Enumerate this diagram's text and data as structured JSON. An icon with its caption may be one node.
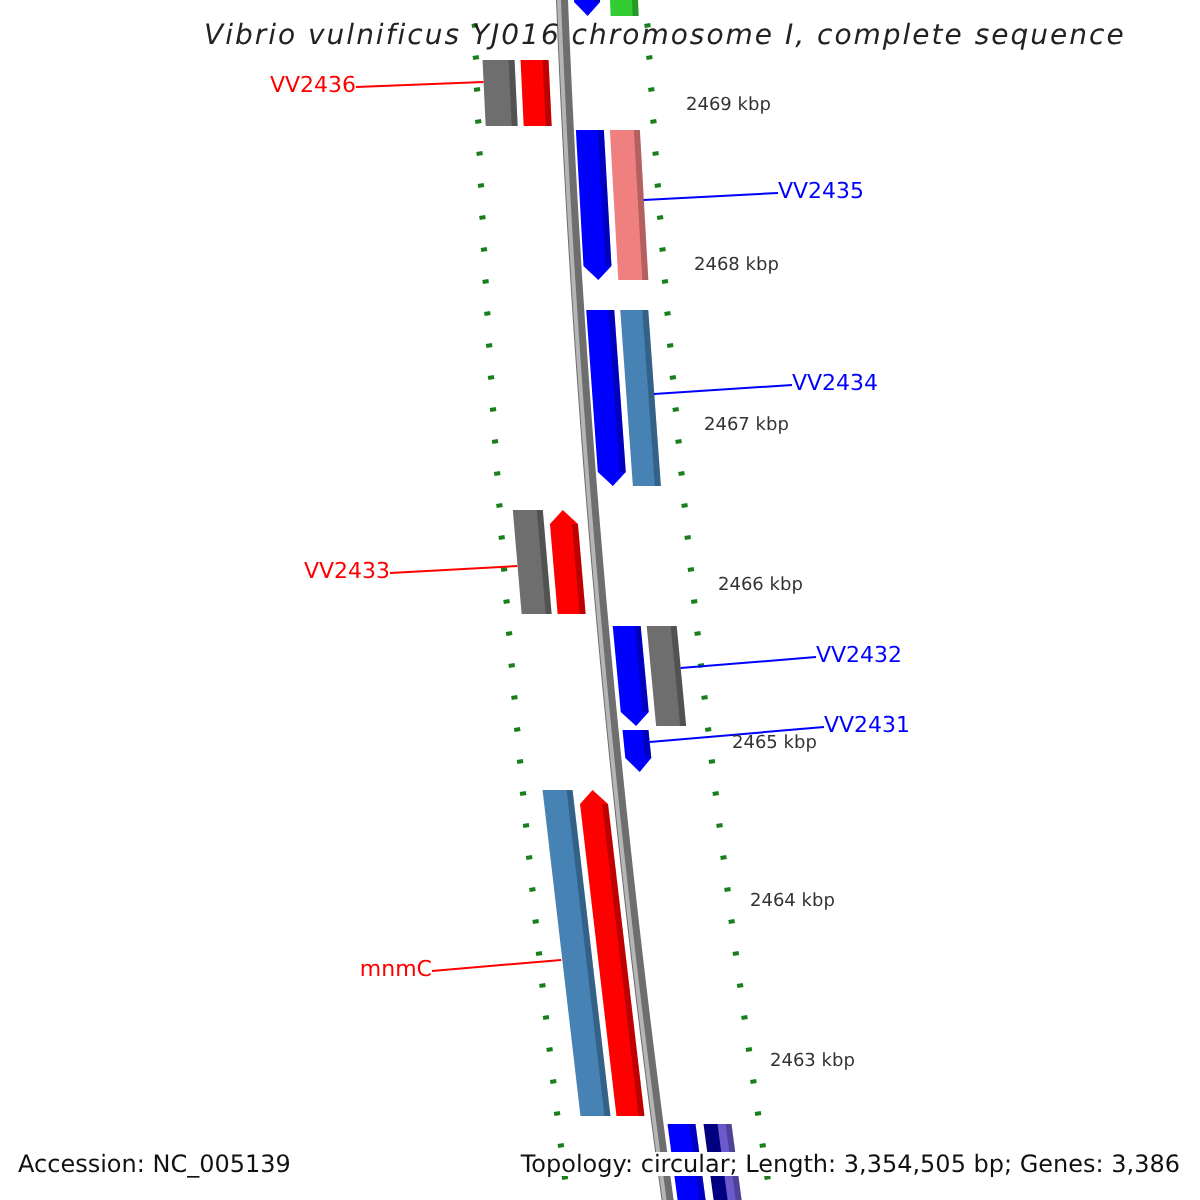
{
  "diagram": {
    "title": "Vibrio vulnificus YJ016 chromosome I, complete sequence",
    "nodes": [
      {
        "text": [
          "VV2436"
        ]
      },
      {
        "text": [
          "VV2435"
        ]
      },
      {
        "text": [
          "VV2434"
        ]
      },
      {
        "text": [
          "VV2433"
        ]
      },
      {
        "text": [
          "VV2432"
        ]
      },
      {
        "text": [
          "VV2431"
        ]
      },
      {
        "text": [
          "mnmC"
        ]
      },
      {
        "text": [],
        "shape": "bar"
      },
      {
        "text": [],
        "shape": "bar"
      },
      {
        "text": [],
        "shape": "bar"
      },
      {
        "text": [],
        "shape": "bar"
      },
      {
        "text": [],
        "shape": "bar"
      },
      {
        "text": [],
        "shape": "bar"
      },
      {
        "text": [],
        "shape": "bar"
      }
    ],
    "edges": [
      {
        "from": 0,
        "to": 7,
        "arrow": "none",
        "color": "#ff0000"
      },
      {
        "from": 1,
        "to": 8,
        "arrow": "none",
        "color": "#0000ff"
      },
      {
        "from": 2,
        "to": 9,
        "arrow": "none",
        "color": "#0000ff"
      },
      {
        "from": 3,
        "to": 10,
        "arrow": "none",
        "color": "#ff0000"
      },
      {
        "from": 4,
        "to": 11,
        "arrow": "none",
        "color": "#0000ff"
      },
      {
        "from": 5,
        "to": 12,
        "arrow": "none",
        "color": "#0000ff"
      },
      {
        "from": 6,
        "to": 13,
        "arrow": "none",
        "color": "#ff0000"
      }
    ],
    "labels": [
      "2469 kbp",
      "2468 kbp",
      "2467 kbp",
      "2466 kbp",
      "2465 kbp",
      "2464 kbp",
      "2463 kbp",
      "Accession: NC_005139",
      "Topology: circular; Length: 3,354,505 bp; Genes: 3,386"
    ]
  }
}
